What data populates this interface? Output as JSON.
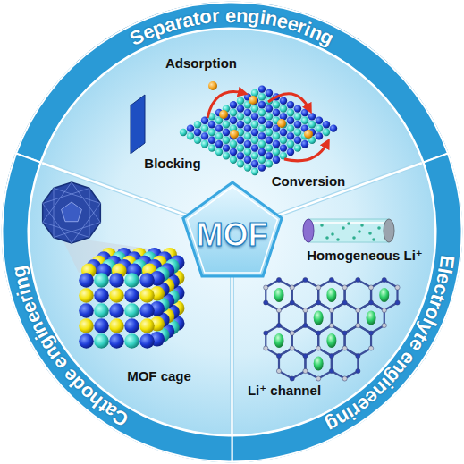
{
  "diagram": {
    "nodes": [
      {
        "text": [
          "Separator engineering"
        ]
      },
      {
        "text": [
          "Electrolyte engineering"
        ]
      },
      {
        "text": [
          "Cathode engineering"
        ]
      },
      {
        "text": [
          "MOF"
        ]
      }
    ],
    "labels": [
      "Adsorption",
      "Blocking",
      "Conversion",
      "Homogeneous Li⁺",
      "MOF cage",
      "Li⁺ channel"
    ]
  }
}
